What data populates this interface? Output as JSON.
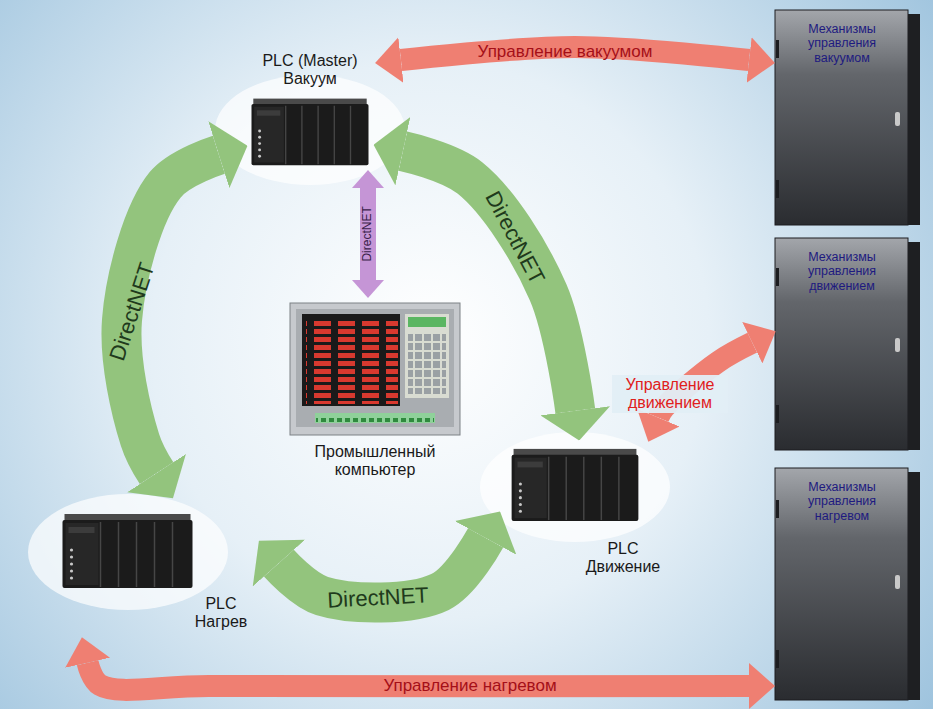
{
  "diagram": {
    "nodes": [
      {
        "text": [
          "PLC (Master) Вакуум"
        ]
      },
      {
        "text": [
          "Механизмы управления вакуумом"
        ]
      },
      {
        "text": [
          "Механизмы управления движением"
        ]
      },
      {
        "text": [
          "Промышленный компьютер"
        ]
      },
      {
        "text": [
          "PLC Нагрев"
        ]
      },
      {
        "text": [
          "PLC Движение"
        ]
      },
      {
        "text": [
          "Механизмы управления нагревом"
        ]
      }
    ],
    "edges": [
      {
        "from": 0,
        "to": 1,
        "label": "Управление вакуумом",
        "arrow": "both"
      },
      {
        "from": 0,
        "to": 3,
        "label": "DirectNET",
        "arrow": "both"
      },
      {
        "from": 0,
        "to": 4,
        "label": "DirectNET",
        "arrow": "both"
      },
      {
        "from": 0,
        "to": 5,
        "label": "DirectNET",
        "arrow": "both"
      },
      {
        "from": 4,
        "to": 5,
        "label": "DirectNET",
        "arrow": "both"
      },
      {
        "from": 2,
        "to": 5,
        "label": "Управление движением",
        "arrow": "both"
      },
      {
        "from": 4,
        "to": 6,
        "label": "Управление нагревом",
        "arrow": "both"
      }
    ]
  }
}
